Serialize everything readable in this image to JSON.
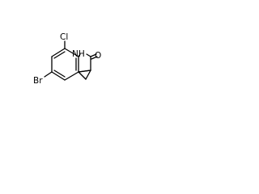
{
  "molecule": {
    "atoms": {
      "chlorine": "Cl",
      "amide_nitrogen": "NH",
      "carbonyl_oxygen": "O",
      "bromine": "Br"
    }
  }
}
